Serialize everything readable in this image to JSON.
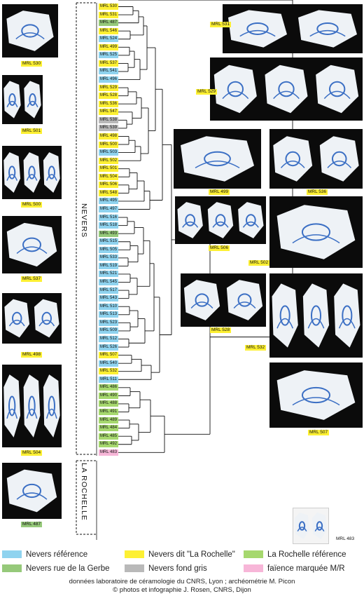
{
  "samples": [
    {
      "label": "MRL 530",
      "cat": "nevers_dit_la_rochelle"
    },
    {
      "label": "MRL 531",
      "cat": "nevers_dit_la_rochelle"
    },
    {
      "label": "MRL 487",
      "cat": "nevers_rue_de_la_gerbe"
    },
    {
      "label": "MRL 546",
      "cat": "nevers_dit_la_rochelle"
    },
    {
      "label": "MRL 524",
      "cat": "nevers_reference"
    },
    {
      "label": "MRL 499",
      "cat": "nevers_dit_la_rochelle"
    },
    {
      "label": "MRL 525",
      "cat": "nevers_reference"
    },
    {
      "label": "MRL 537",
      "cat": "nevers_dit_la_rochelle"
    },
    {
      "label": "MRL 541",
      "cat": "nevers_reference"
    },
    {
      "label": "MRL 496",
      "cat": "nevers_reference"
    },
    {
      "label": "MRL 529",
      "cat": "nevers_dit_la_rochelle"
    },
    {
      "label": "MRL 528",
      "cat": "nevers_dit_la_rochelle"
    },
    {
      "label": "MRL 536",
      "cat": "nevers_dit_la_rochelle"
    },
    {
      "label": "MRL 547",
      "cat": "nevers_dit_la_rochelle"
    },
    {
      "label": "MRL 538",
      "cat": "nevers_fond_gris"
    },
    {
      "label": "MRL 539",
      "cat": "nevers_fond_gris"
    },
    {
      "label": "MRL 498",
      "cat": "nevers_dit_la_rochelle"
    },
    {
      "label": "MRL 500",
      "cat": "nevers_dit_la_rochelle"
    },
    {
      "label": "MRL 503",
      "cat": "nevers_reference"
    },
    {
      "label": "MRL 502",
      "cat": "nevers_dit_la_rochelle"
    },
    {
      "label": "MRL 501",
      "cat": "nevers_dit_la_rochelle"
    },
    {
      "label": "MRL 504",
      "cat": "nevers_dit_la_rochelle"
    },
    {
      "label": "MRL 506",
      "cat": "nevers_dit_la_rochelle"
    },
    {
      "label": "MRL 548",
      "cat": "nevers_dit_la_rochelle"
    },
    {
      "label": "MRL 495",
      "cat": "nevers_reference"
    },
    {
      "label": "MRL 497",
      "cat": "nevers_reference"
    },
    {
      "label": "MRL 516",
      "cat": "nevers_reference"
    },
    {
      "label": "MRL 518",
      "cat": "nevers_reference"
    },
    {
      "label": "MRL 493",
      "cat": "nevers_rue_de_la_gerbe"
    },
    {
      "label": "MRL 515",
      "cat": "nevers_reference"
    },
    {
      "label": "MRL 505",
      "cat": "nevers_reference"
    },
    {
      "label": "MRL 533",
      "cat": "nevers_reference"
    },
    {
      "label": "MRL 519",
      "cat": "nevers_reference"
    },
    {
      "label": "MRL 521",
      "cat": "nevers_reference"
    },
    {
      "label": "MRL 545",
      "cat": "nevers_reference"
    },
    {
      "label": "MRL 517",
      "cat": "nevers_reference"
    },
    {
      "label": "MRL 543",
      "cat": "nevers_reference"
    },
    {
      "label": "MRL 510",
      "cat": "nevers_reference"
    },
    {
      "label": "MRL 513",
      "cat": "nevers_reference"
    },
    {
      "label": "MRL 523",
      "cat": "nevers_reference"
    },
    {
      "label": "MRL 509",
      "cat": "nevers_reference"
    },
    {
      "label": "MRL 512",
      "cat": "nevers_reference"
    },
    {
      "label": "MRL 526",
      "cat": "nevers_reference"
    },
    {
      "label": "MRL 507",
      "cat": "nevers_dit_la_rochelle"
    },
    {
      "label": "MRL 540",
      "cat": "nevers_reference"
    },
    {
      "label": "MRL 532",
      "cat": "nevers_dit_la_rochelle"
    },
    {
      "label": "MRL 511",
      "cat": "nevers_reference"
    },
    {
      "label": "MRL 486",
      "cat": "la_rochelle_reference"
    },
    {
      "label": "MRL 490",
      "cat": "la_rochelle_reference"
    },
    {
      "label": "MRL 488",
      "cat": "la_rochelle_reference"
    },
    {
      "label": "MRL 491",
      "cat": "la_rochelle_reference"
    },
    {
      "label": "MRL 489",
      "cat": "la_rochelle_reference"
    },
    {
      "label": "MRL 484",
      "cat": "la_rochelle_reference"
    },
    {
      "label": "MRL 485",
      "cat": "la_rochelle_reference"
    },
    {
      "label": "MRL 492",
      "cat": "la_rochelle_reference"
    },
    {
      "label": "MRL 483",
      "cat": "faience_marquee"
    }
  ],
  "groups": {
    "nevers": "NEVERS",
    "la_rochelle": "LA ROCHELLE"
  },
  "categories": {
    "nevers_reference": {
      "label": "Nevers référence",
      "color": "#8fd3ef"
    },
    "nevers_dit_la_rochelle": {
      "label": "Nevers dit \"La Rochelle\"",
      "color": "#fdf033"
    },
    "la_rochelle_reference": {
      "label": "La Rochelle référence",
      "color": "#a6d86e"
    },
    "nevers_rue_de_la_gerbe": {
      "label": "Nevers rue de la Gerbe",
      "color": "#96c97a"
    },
    "nevers_fond_gris": {
      "label": "Nevers fond gris",
      "color": "#b9b9b9"
    },
    "faience_marquee": {
      "label": "faïence marquée M/R",
      "color": "#f7b6d8"
    }
  },
  "photos": [
    {
      "caption": "MRL 530",
      "cap": "y"
    },
    {
      "caption": "MRL 501",
      "cap": "y"
    },
    {
      "caption": "MRL 500",
      "cap": "y"
    },
    {
      "caption": "MRL 537",
      "cap": "y"
    },
    {
      "caption": "MRL 498",
      "cap": "y"
    },
    {
      "caption": "MRL 504",
      "cap": "y"
    },
    {
      "caption": "MRL 487",
      "cap": "g"
    },
    {
      "caption": "MRL 531",
      "cap": "y"
    },
    {
      "caption": "MRL 529",
      "cap": "y"
    },
    {
      "caption": "MRL 499",
      "cap": "y"
    },
    {
      "caption": "MRL 536",
      "cap": "y"
    },
    {
      "caption": "MRL 506",
      "cap": "y"
    },
    {
      "caption": "MRL 502",
      "cap": "y"
    },
    {
      "caption": "MRL 528",
      "cap": "y"
    },
    {
      "caption": "MRL 532",
      "cap": "y"
    },
    {
      "caption": "MRL 507",
      "cap": "y"
    },
    {
      "caption": "MRL 483",
      "cap": "n"
    }
  ],
  "credits": {
    "line1": "données laboratoire de céramologie du CNRS, Lyon ; archéométrie M. Picon",
    "line2": "© photos et infographie J. Rosen, CNRS, Dijon"
  },
  "colors": {
    "tree_line": "#111111",
    "photo_bg": "#0b0b0b",
    "faience_white": "#eef2f6",
    "faience_blue": "#3b6fc4"
  }
}
